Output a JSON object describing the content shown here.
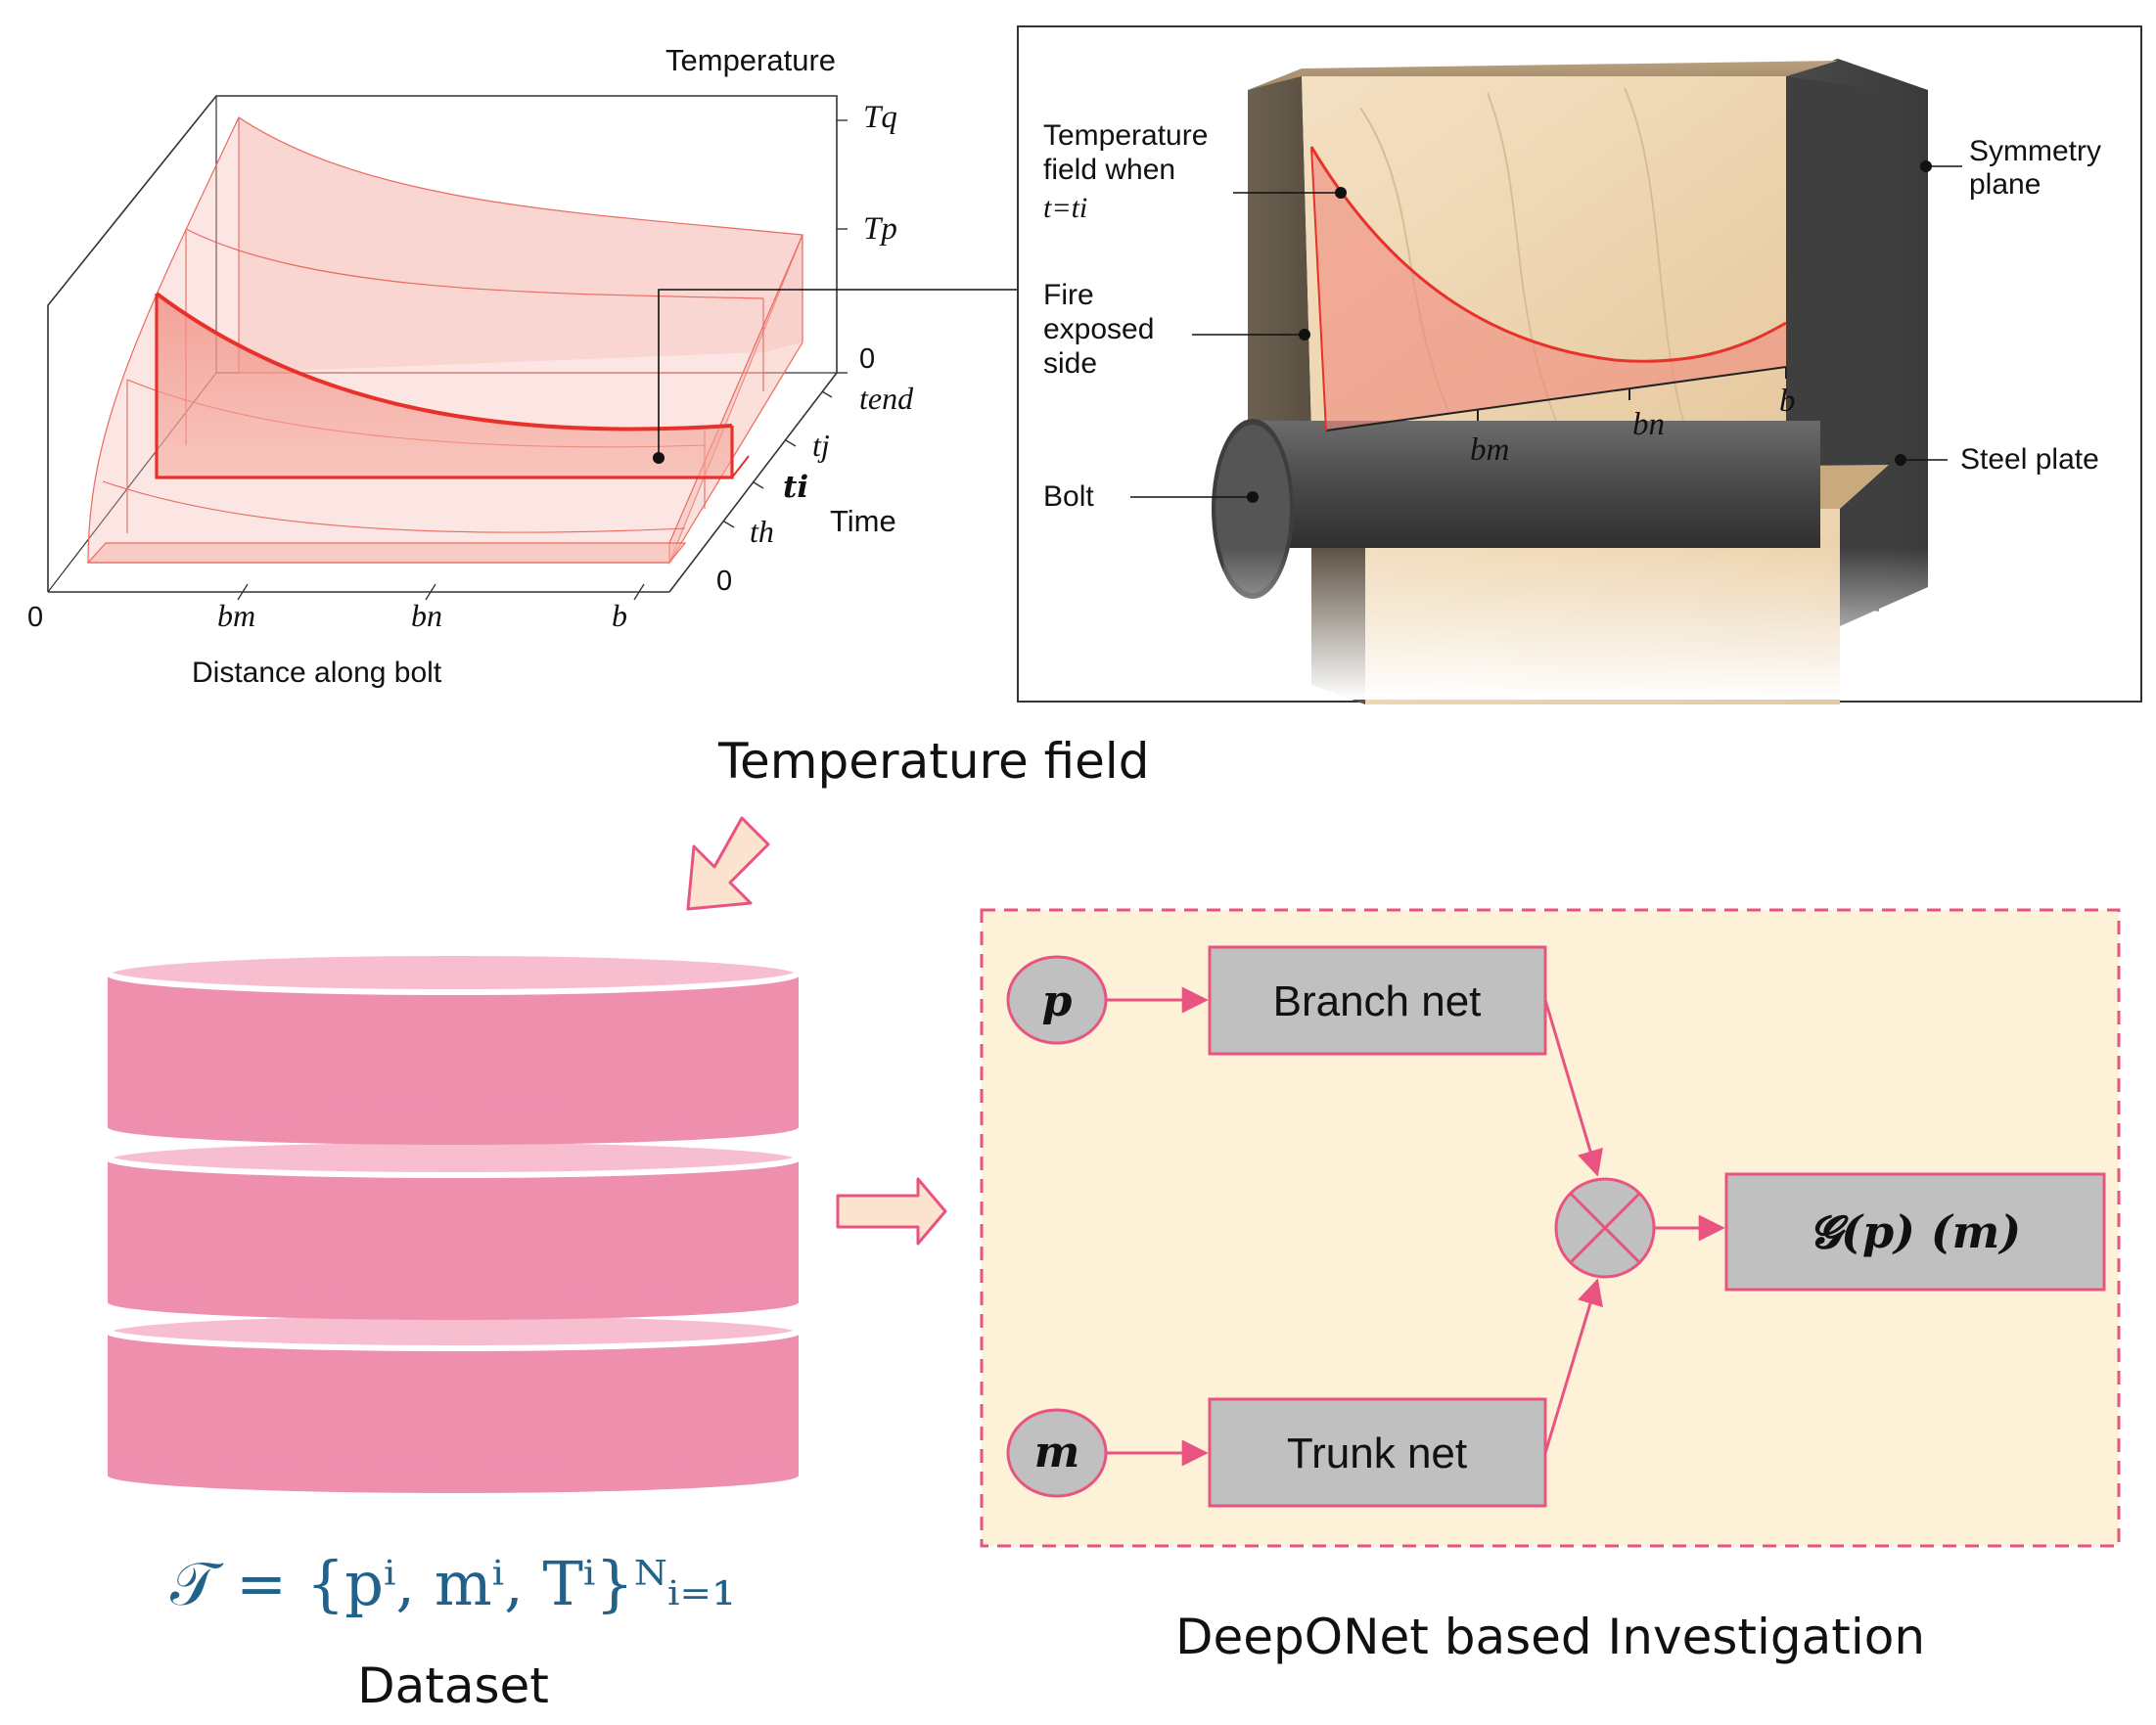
{
  "plot3d": {
    "axis_temperature": "Temperature",
    "axis_time": "Time",
    "axis_distance": "Distance along bolt",
    "tick_Tq": "Tq",
    "tick_Tp": "Tp",
    "tick_temp0": "0",
    "tick_tend": "tend",
    "tick_tj": "tj",
    "tick_ti": "ti",
    "tick_th": "th",
    "tick_time0": "0",
    "tick_dist0": "0",
    "tick_bm": "bm",
    "tick_bn": "bn",
    "tick_b": "b"
  },
  "model3d": {
    "label_temp_field_1": "Temperature",
    "label_temp_field_2": "field when",
    "label_temp_field_3": "t=ti",
    "label_fire_1": "Fire",
    "label_fire_2": "exposed",
    "label_fire_3": "side",
    "label_bolt": "Bolt",
    "label_symmetry_1": "Symmetry",
    "label_symmetry_2": "plane",
    "label_steel": "Steel plate",
    "tick_bm": "bm",
    "tick_bn": "bn",
    "tick_b": "b"
  },
  "flow": {
    "temperature_field_caption": "Temperature field",
    "dataset_formula": "𝒯 = {pⁱ, mⁱ, Tⁱ}ᴺᵢ₌₁",
    "dataset_caption": "Dataset",
    "deeponet_caption": "DeepONet based Investigation"
  },
  "deeponet": {
    "input_p": "𝒑",
    "input_m": "𝒎",
    "branch_label": "Branch net",
    "trunk_label": "Trunk net",
    "output_label": "𝓖(𝒑) (𝒎)",
    "colors": {
      "panel_fill": "#fdf1d8",
      "panel_border": "#e8547f",
      "box_fill": "#c0c0c0",
      "arrow": "#e8547f",
      "database": "#ef8fae"
    }
  }
}
